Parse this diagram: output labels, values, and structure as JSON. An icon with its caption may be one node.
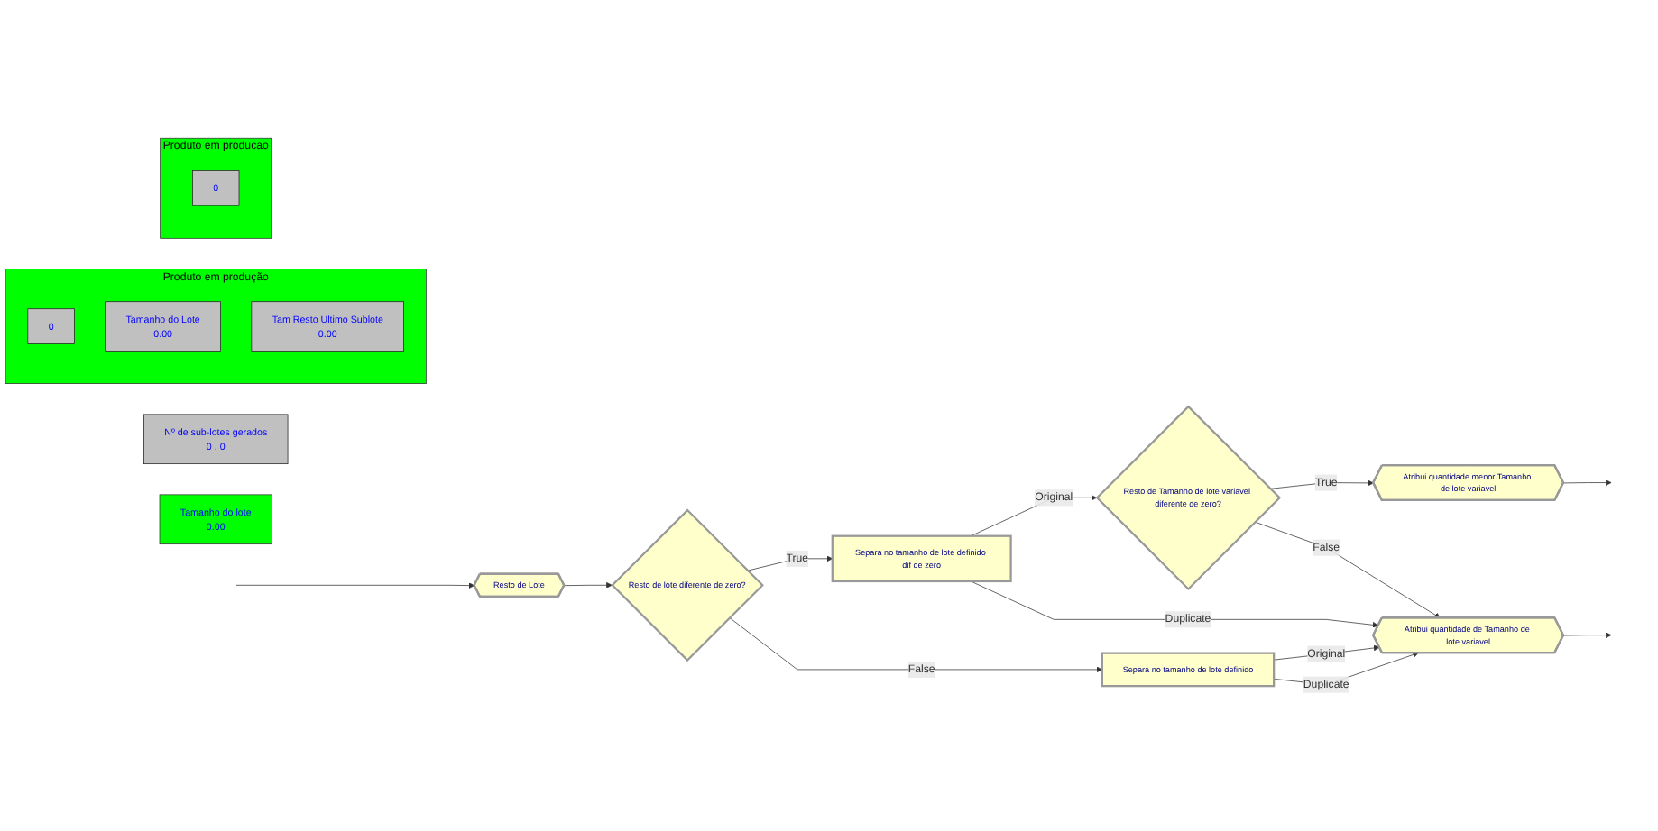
{
  "diagram": {
    "nodes": [
      {
        "text": [
          "Resto de Lote"
        ]
      },
      {
        "text": [
          "Resto de lote diferente de zero?"
        ]
      },
      {
        "text": [
          "Separa no tamanho de lote definido dif de zero"
        ]
      },
      {
        "text": [
          "Separa no tamanho de lote definido"
        ]
      },
      {
        "text": [
          "Resto de Tamanho de lote variavel diferente de zero?"
        ]
      },
      {
        "text": [
          "Atribui quantidade menor Tamanho de lote variavel"
        ]
      },
      {
        "text": [
          "Atribui quantidade de Tamanho de lote variavel"
        ]
      },
      {
        "text": [
          "Produto em produção"
        ]
      },
      {
        "text": [
          "0"
        ],
        "in": 7
      },
      {
        "text": [
          "Tamanho do Lote",
          "0.00"
        ],
        "in": 7
      },
      {
        "text": [
          "Tam Resto Ultimo Sublote",
          "0.00"
        ],
        "in": 7
      },
      {
        "text": [
          "Produto em producao"
        ]
      },
      {
        "text": [
          "0"
        ],
        "in": 11
      },
      {
        "text": [
          "Nº de sub-lotes gerados",
          "0 . 0"
        ]
      },
      {
        "text": [
          "Tamanho do lote",
          "0.00"
        ]
      }
    ],
    "edges": [
      {
        "from": null,
        "to": 0,
        "arrow": "to"
      },
      {
        "from": 0,
        "to": 1,
        "arrow": "to"
      },
      {
        "from": 1,
        "to": 2,
        "arrow": "to",
        "label": "True"
      },
      {
        "from": 1,
        "to": 3,
        "arrow": "to",
        "label": "False"
      },
      {
        "from": 2,
        "to": 4,
        "arrow": "to",
        "label": "Original"
      },
      {
        "from": 2,
        "to": 6,
        "arrow": "to",
        "label": "Duplicate"
      },
      {
        "from": 4,
        "to": 5,
        "arrow": "to",
        "label": "True"
      },
      {
        "from": 4,
        "to": 6,
        "arrow": "to",
        "label": "False"
      },
      {
        "from": 3,
        "to": 6,
        "arrow": "to",
        "label": "Original"
      },
      {
        "from": 3,
        "to": 6,
        "arrow": "to",
        "label": "Duplicate"
      },
      {
        "from": 5,
        "to": null,
        "arrow": "to"
      },
      {
        "from": 6,
        "to": null,
        "arrow": "to"
      }
    ]
  }
}
